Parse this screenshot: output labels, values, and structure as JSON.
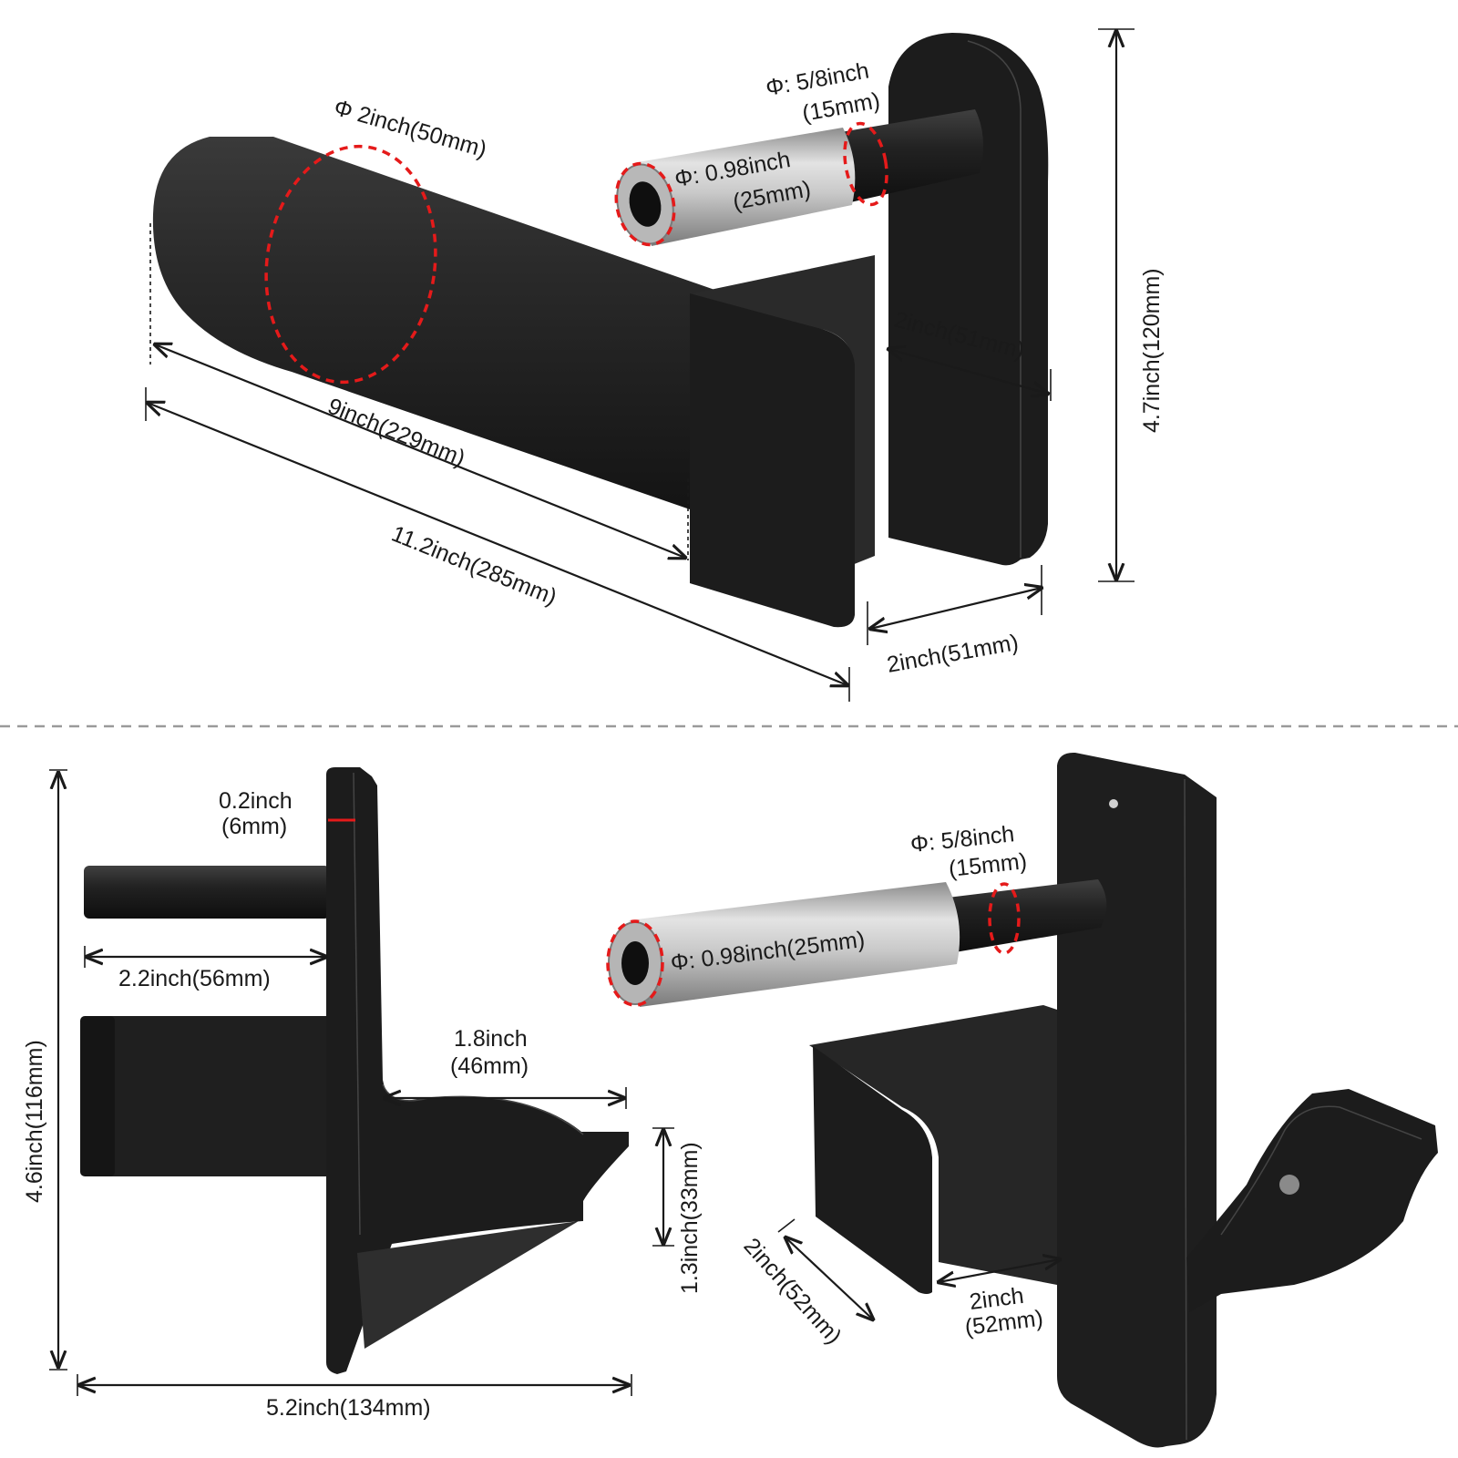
{
  "colors": {
    "metal": "#1c1c1c",
    "sleeve": "#c0c0c0",
    "dash_marker": "#e51a1a",
    "divider": "#9a9a9a"
  },
  "top_view": {
    "pin_diameter": "Φ: 5/8inch",
    "pin_diameter_mm": "(15mm)",
    "sleeve_diameter": "Φ: 0.98inch",
    "sleeve_diameter_mm": "(25mm)",
    "post_diameter": "Φ 2inch(50mm)",
    "inner_width": "2inch(51mm)",
    "total_height": "4.7inch(120mm)",
    "post_length": "9inch(229mm)",
    "total_length": "11.2inch(285mm)",
    "bracket_width": "2inch(51mm)"
  },
  "side_view": {
    "plate_thickness": "0.2inch",
    "plate_thickness_mm": "(6mm)",
    "pin_length": "2.2inch(56mm)",
    "hook_width": "1.8inch",
    "hook_width_mm": "(46mm)",
    "hook_depth": "1.3inch(33mm)",
    "total_height": "4.6inch(116mm)",
    "total_width": "5.2inch(134mm)"
  },
  "iso_view": {
    "pin_diameter": "Φ: 5/8inch",
    "pin_diameter_mm": "(15mm)",
    "sleeve_diameter": "Φ: 0.98inch(25mm)",
    "bracket_depth": "2inch(52mm)",
    "bracket_width": "2inch",
    "bracket_width_mm": "(52mm)"
  }
}
